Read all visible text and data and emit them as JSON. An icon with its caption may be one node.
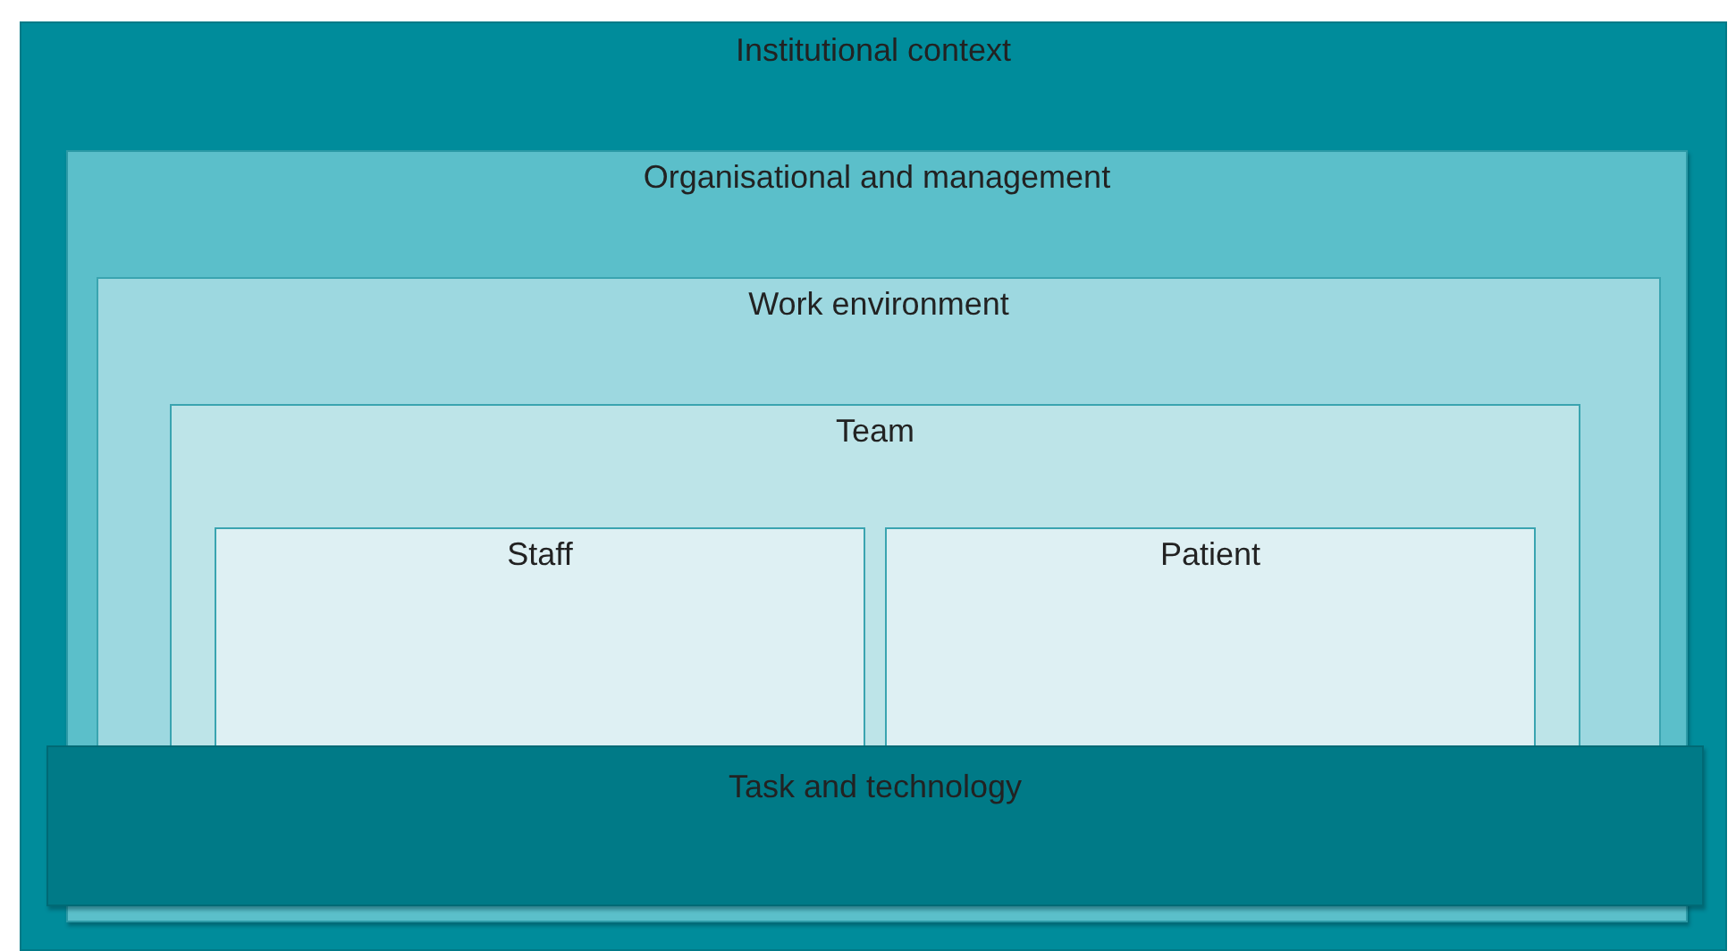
{
  "diagram": {
    "nodes": [
      {
        "text": [
          "Institutional context"
        ]
      },
      {
        "text": [
          "Organisational and management"
        ],
        "in": 0
      },
      {
        "text": [
          "Work environment"
        ],
        "in": 1
      },
      {
        "text": [
          "Team"
        ],
        "in": 2
      },
      {
        "text": [
          "Staff"
        ],
        "in": 3
      },
      {
        "text": [
          "Patient"
        ],
        "in": 3
      },
      {
        "text": [
          "Task and technology"
        ],
        "in": 1
      }
    ]
  }
}
